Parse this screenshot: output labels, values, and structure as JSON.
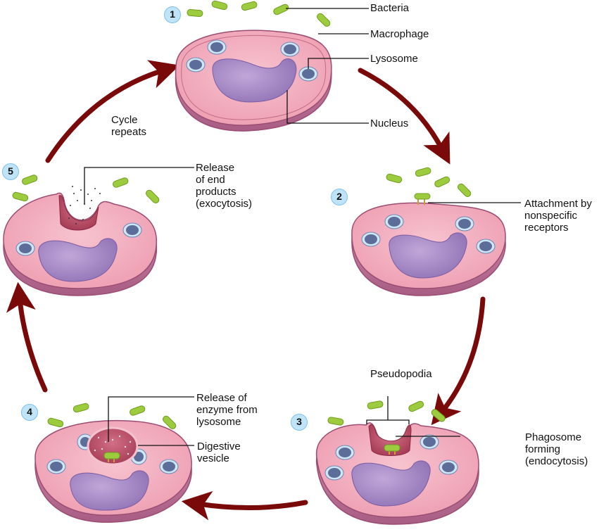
{
  "title": "Phagocytosis cycle by a macrophage",
  "colors": {
    "arrow": "#7a0a0a",
    "cell_fill": "#f1a9b8",
    "cell_edge": "#b35874",
    "cell_side": "#c77a9a",
    "nucleus": "#a78bc6",
    "lysosome_ring": "#cfe6f5",
    "lysosome_core": "#5c6d9a",
    "bacteria": "#9ccc3d",
    "phagosome": "#b8455e",
    "step_badge": "#bfe3f7"
  },
  "steps": [
    {
      "number": "1",
      "name": "resting-macrophage"
    },
    {
      "number": "2",
      "name": "attachment"
    },
    {
      "number": "3",
      "name": "phagosome-forming"
    },
    {
      "number": "4",
      "name": "digestion"
    },
    {
      "number": "5",
      "name": "exocytosis"
    }
  ],
  "labels": {
    "bacteria": "Bacteria",
    "macrophage": "Macrophage",
    "lysosome": "Lysosome",
    "nucleus": "Nucleus",
    "attachment": "Attachment by\nnonspecific\nreceptors",
    "pseudopodia": "Pseudopodia",
    "phagosome": "Phagosome\nforming\n(endocytosis)",
    "enzyme_release": "Release of\nenzyme from\nlysosome",
    "digestive_vesicle": "Digestive\nvesicle",
    "end_products": "Release\nof end\nproducts\n(exocytosis)",
    "cycle_repeats": "Cycle\nrepeats"
  }
}
